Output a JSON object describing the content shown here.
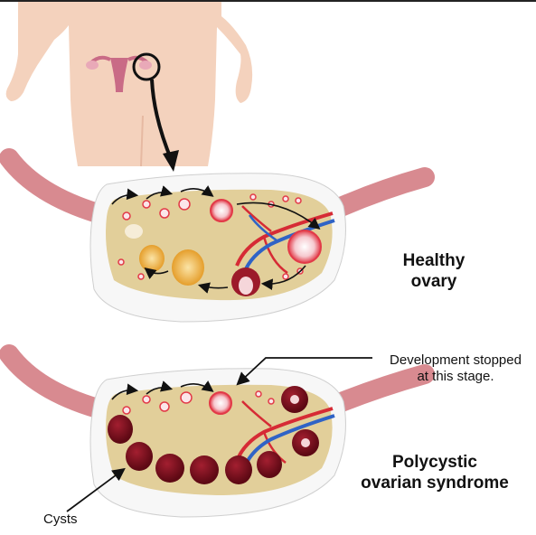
{
  "labels": {
    "healthy": [
      "Healthy",
      "ovary"
    ],
    "pcos": [
      "Polycystic",
      "ovarian syndrome"
    ],
    "development": [
      "Development stopped",
      "at this stage."
    ],
    "cysts": "Cysts"
  },
  "colors": {
    "skin": "#f4d2bd",
    "tube": "#d88a90",
    "capsule": "#f7f7f7",
    "ovary_tissue": "#e2cf9a",
    "follicle_ring": "#e23a48",
    "cyst": "#7a0f1c",
    "corpus_luteum": "#f2b54a",
    "artery": "#d62b35",
    "vein": "#2f63c6"
  },
  "icons": [
    "zoom-circle-icon",
    "pointer-arrow-icon"
  ]
}
